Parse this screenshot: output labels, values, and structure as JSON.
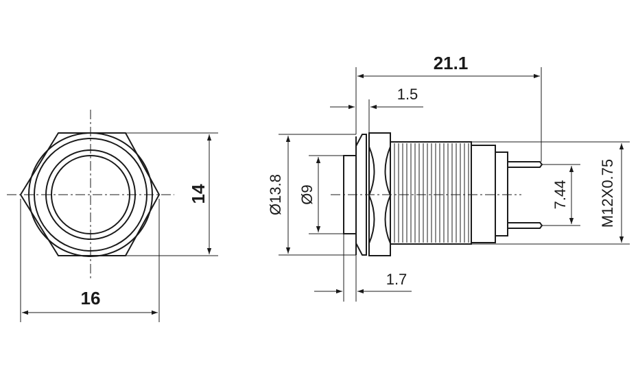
{
  "front_view": {
    "width_label": "16",
    "height_label": "14"
  },
  "side_view": {
    "length_label": "21.1",
    "flange_label": "1.5",
    "head_label": "1.7",
    "outer_diameter_label": "Ø13.8",
    "lens_diameter_label": "Ø9",
    "pin_spacing_label": "7.44",
    "thread_label": "M12X0.75"
  },
  "colors": {
    "line": "#1a1a1a",
    "background": "#ffffff"
  }
}
